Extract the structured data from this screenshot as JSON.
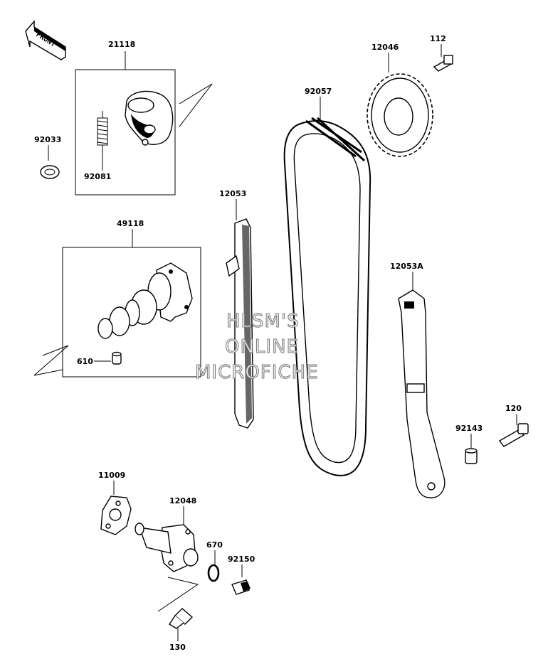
{
  "front_badge": "FRONT",
  "labels": {
    "p21118": "21118",
    "p92033": "92033",
    "p92081": "92081",
    "p49118": "49118",
    "p610": "610",
    "p12053": "12053",
    "p92057": "92057",
    "p12046": "12046",
    "p112": "112",
    "p12053A": "12053A",
    "p120": "120",
    "p92143": "92143",
    "p11009": "11009",
    "p12048": "12048",
    "p670": "670",
    "p92150": "92150",
    "p130": "130"
  },
  "watermark": {
    "line1": "HLSM'S",
    "line2": "ONLINE",
    "line3": "MICROFICHE"
  }
}
